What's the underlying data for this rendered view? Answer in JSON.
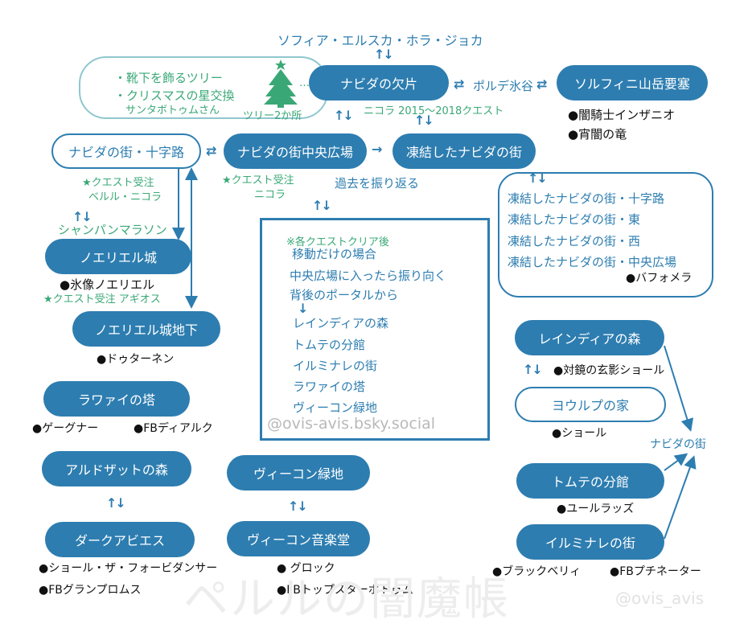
{
  "top_chars": "ソフィア・エルスカ・ホラ・ジョカ",
  "tree_box": {
    "line1": "・靴下を飾るツリー",
    "line2": "・クリスマスの星交換",
    "line3": "サンタボトゥムさん",
    "tree_label": "ツリー2か所",
    "dots": "…"
  },
  "nodes": {
    "navida_fragment": "ナビダの欠片",
    "sorufini": "ソルフィニ山岳要塞",
    "navida_cross": "ナビダの街・十字路",
    "navida_center": "ナビダの街中央広場",
    "frozen_navida": "凍結したナビダの街",
    "noeriel_castle": "ノエリエル城",
    "noeriel_under": "ノエリエル城地下",
    "rawai_tower": "ラワァイの塔",
    "arudo_forest": "アルドザットの森",
    "vikon_green": "ヴィーコン緑地",
    "dark_abies": "ダークアビエス",
    "vikon_music": "ヴィーコン音楽堂",
    "reindeer_forest": "レインディアの森",
    "yourupu_house": "ヨウルプの家",
    "tomute_branch": "トムテの分館",
    "iluminare": "イルミナレの街"
  },
  "labels": {
    "porude": "ポルデ氷谷",
    "nicola_quest": "ニコラ 2015～2018クエスト",
    "quest_left_1": "★クエスト受注",
    "quest_left_2": "ベルル・ニコラ",
    "quest_center_1": "★クエスト受注",
    "quest_center_2": "ニコラ",
    "look_back": "過去を振り返る",
    "champagne": "シャンパンマラソン",
    "ice_noeriel": "●氷像ノエリエル",
    "quest_agios": "★クエスト受注 アギオス",
    "dotarnen": "●ドゥターネン",
    "gegna": "●ゲーグナー",
    "fb_diaruk": "●FBディアルク",
    "shawl_forbidden": "●ショール・ザ・フォービダンサー",
    "fb_granprom": "●FBグランプロムス",
    "glock": "● グロック",
    "fb_topstar": "●FBトップスターボトゥム",
    "dark_knight": "●闇騎士インザニオ",
    "dusk_dragon": "●宵闇の竜",
    "bafomera": "●バフォメラ",
    "mirror_shawl": "●対鏡の玄影ショール",
    "shawl": "●ショール",
    "yule_lads": "●ユールラッズ",
    "black_berry": "●ブラックベリィ",
    "fb_puchi": "●FBプチネーター",
    "navida_town": "ナビダの街"
  },
  "frozen_list": [
    "凍結したナビダの街・十字路",
    "凍結したナビダの街・東",
    "凍結したナビダの街・西",
    "凍結したナビダの街・中央広場"
  ],
  "center_box": {
    "note": "※各クエストクリア後",
    "line1": "移動だけの場合",
    "line2": "中央広場に入ったら振り向く",
    "line3": "背後のポータルから",
    "arrow": "↓",
    "dest": [
      "レインディアの森",
      "トムテの分館",
      "イルミナレの街",
      "ラワァイの塔",
      "ヴィーコン緑地"
    ]
  },
  "watermark_center": "@ovis-avis.bsky.social",
  "watermark_bottom": "ペルルの闇魔帳",
  "watermark_corner": "@ovis_avis",
  "arrows": {
    "updown": "↑↓",
    "leftright": "⇄",
    "right": "→",
    "down": "↓"
  },
  "colors": {
    "accent": "#2d7db0",
    "green": "#3aa876",
    "tree_border": "#8fc7cf"
  }
}
